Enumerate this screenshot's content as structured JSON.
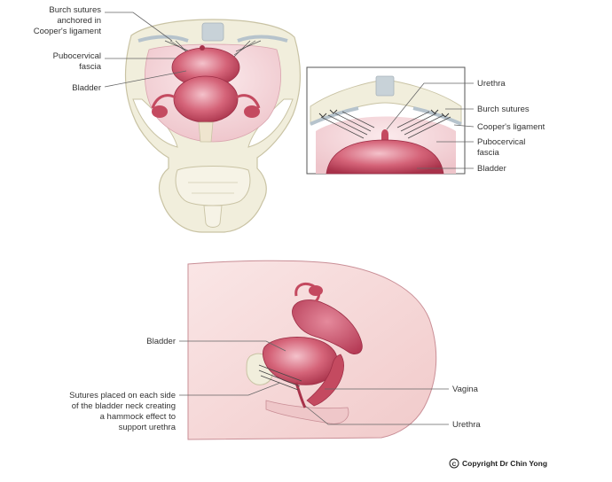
{
  "top_left_labels": {
    "burch_sutures_line1": "Burch sutures",
    "burch_sutures_line2": "anchored in",
    "burch_sutures_line3": "Cooper's ligament",
    "pubocervical_line1": "Pubocervical",
    "pubocervical_line2": "fascia",
    "bladder": "Bladder"
  },
  "inset_labels": {
    "urethra": "Urethra",
    "burch_sutures": "Burch sutures",
    "coopers_ligament": "Cooper's ligament",
    "pubocervical_line1": "Pubocervical",
    "pubocervical_line2": "fascia",
    "bladder": "Bladder"
  },
  "side_view_labels": {
    "bladder": "Bladder",
    "sutures_line1": "Sutures placed on each side",
    "sutures_line2": "of the bladder neck creating",
    "sutures_line3": "a hammock effect to",
    "sutures_line4": "support urethra",
    "vagina": "Vagina",
    "urethra": "Urethra"
  },
  "copyright": "Copyright Dr Chin Yong",
  "colors": {
    "bone": "#f1eedc",
    "bone_outline": "#c9c3a4",
    "bladder": "#c44a60",
    "bladder_light": "#e9a8b4",
    "skin": "#f6dada",
    "skin_outline": "#c98e96",
    "fascia": "#f3d9dc",
    "ligament": "#b6c3cc",
    "text": "#333333"
  }
}
